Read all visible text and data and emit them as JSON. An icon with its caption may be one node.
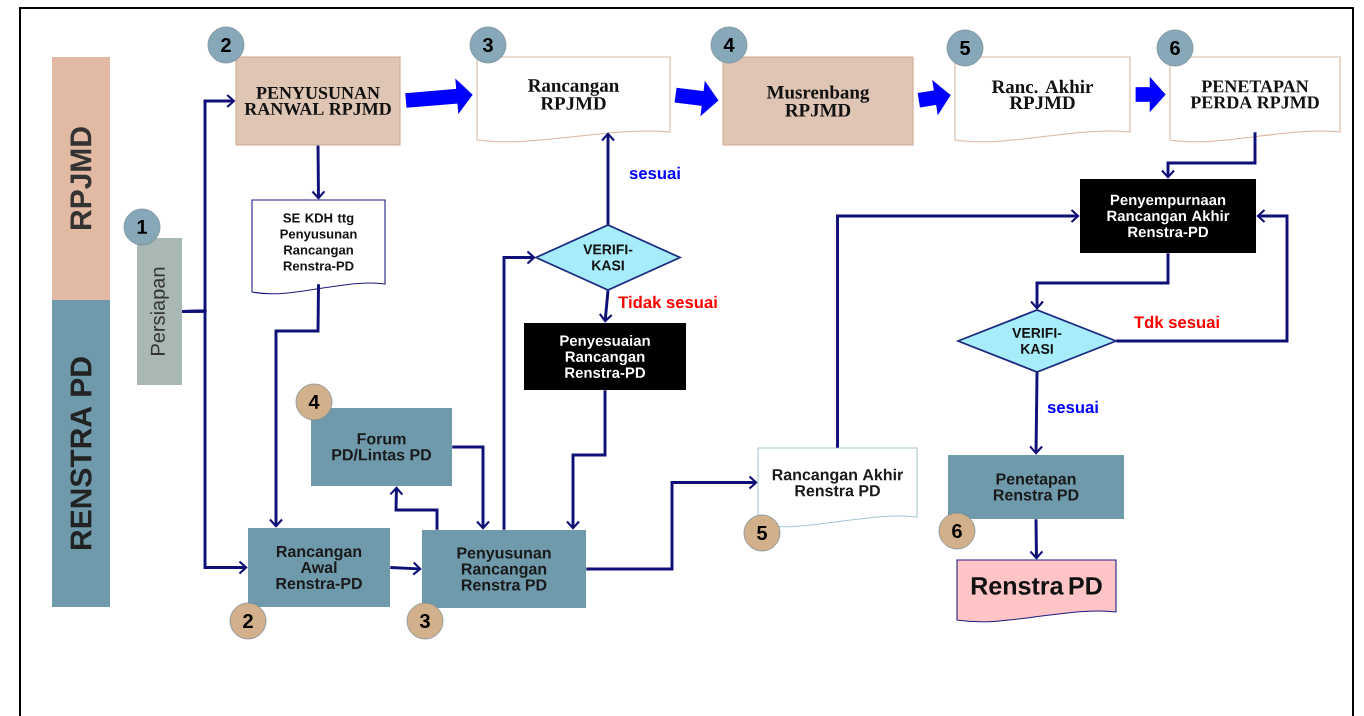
{
  "diagram": {
    "nodes": [
      {
        "text": [
          "RPJMD"
        ]
      },
      {
        "text": [
          "RENSTRA PD"
        ]
      },
      {
        "text": [
          "Persiapan"
        ],
        "beside": [
          "1"
        ]
      },
      {
        "text": [
          "PENYUSUNAN RANWAL RPJMD"
        ],
        "beside": [
          "2"
        ]
      },
      {
        "text": [
          "Rancangan RPJMD"
        ],
        "beside": [
          "3"
        ]
      },
      {
        "text": [
          "Musrenbang RPJMD"
        ],
        "beside": [
          "4"
        ]
      },
      {
        "text": [
          "Ranc. Akhir RPJMD"
        ],
        "beside": [
          "5"
        ]
      },
      {
        "text": [
          "PENETAPAN PERDA RPJMD"
        ],
        "beside": [
          "6"
        ]
      },
      {
        "text": [
          "SE KDH ttg Penyusunan Rancangan Renstra-PD"
        ]
      },
      {
        "text": [
          "VERIFI-KASI"
        ]
      },
      {
        "text": [
          "Penyesuaian Rancangan Renstra-PD"
        ]
      },
      {
        "text": [
          "Forum PD/Lintas PD"
        ],
        "beside": [
          "4"
        ]
      },
      {
        "text": [
          "Rancangan Awal Renstra-PD"
        ],
        "beside": [
          "2"
        ]
      },
      {
        "text": [
          "Penyusunan Rancangan Renstra PD"
        ],
        "beside": [
          "3"
        ]
      },
      {
        "text": [
          "Rancangan Akhir Renstra PD"
        ],
        "beside": [
          "5"
        ]
      },
      {
        "text": [
          "Penyempurnaan Rancangan Akhir Renstra-PD"
        ]
      },
      {
        "text": [
          "VERIFI-KASI"
        ]
      },
      {
        "text": [
          "Penetapan Renstra PD"
        ],
        "beside": [
          "6"
        ]
      },
      {
        "text": [
          "Renstra PD"
        ]
      }
    ],
    "edges": [
      {
        "from": 2,
        "to": 3,
        "arrow": "to"
      },
      {
        "from": 2,
        "to": 12,
        "arrow": "to"
      },
      {
        "from": 3,
        "to": 4,
        "arrow": "to",
        "style": "thick",
        "color": "#0000ff"
      },
      {
        "from": 3,
        "to": 8,
        "arrow": "to"
      },
      {
        "from": 8,
        "to": 12,
        "arrow": "to"
      },
      {
        "from": 12,
        "to": 13,
        "arrow": "to"
      },
      {
        "from": 13,
        "to": 11,
        "arrow": "to"
      },
      {
        "from": 11,
        "to": 13,
        "arrow": "to"
      },
      {
        "from": 13,
        "to": 9,
        "arrow": "to"
      },
      {
        "from": 9,
        "to": 4,
        "arrow": "to",
        "label": "sesuai"
      },
      {
        "from": 9,
        "to": 10,
        "arrow": "to",
        "label": "Tidak sesuai"
      },
      {
        "from": 10,
        "to": 13,
        "arrow": "to"
      },
      {
        "from": 13,
        "to": 14,
        "arrow": "to"
      },
      {
        "from": 14,
        "to": 15,
        "arrow": "to"
      },
      {
        "from": 7,
        "to": 15,
        "arrow": "to"
      },
      {
        "from": 15,
        "to": 16,
        "arrow": "to"
      },
      {
        "from": 16,
        "to": 15,
        "arrow": "to",
        "label": "Tdk sesuai"
      },
      {
        "from": 16,
        "to": 17,
        "arrow": "to",
        "label": "sesuai"
      },
      {
        "from": 17,
        "to": 18,
        "arrow": "to"
      },
      {
        "from": 4,
        "to": 5,
        "arrow": "to",
        "style": "thick",
        "color": "#0000ff"
      },
      {
        "from": 5,
        "to": 6,
        "arrow": "to",
        "style": "thick",
        "color": "#0000ff"
      },
      {
        "from": 6,
        "to": 7,
        "arrow": "to",
        "style": "thick",
        "color": "#0000ff"
      }
    ]
  }
}
